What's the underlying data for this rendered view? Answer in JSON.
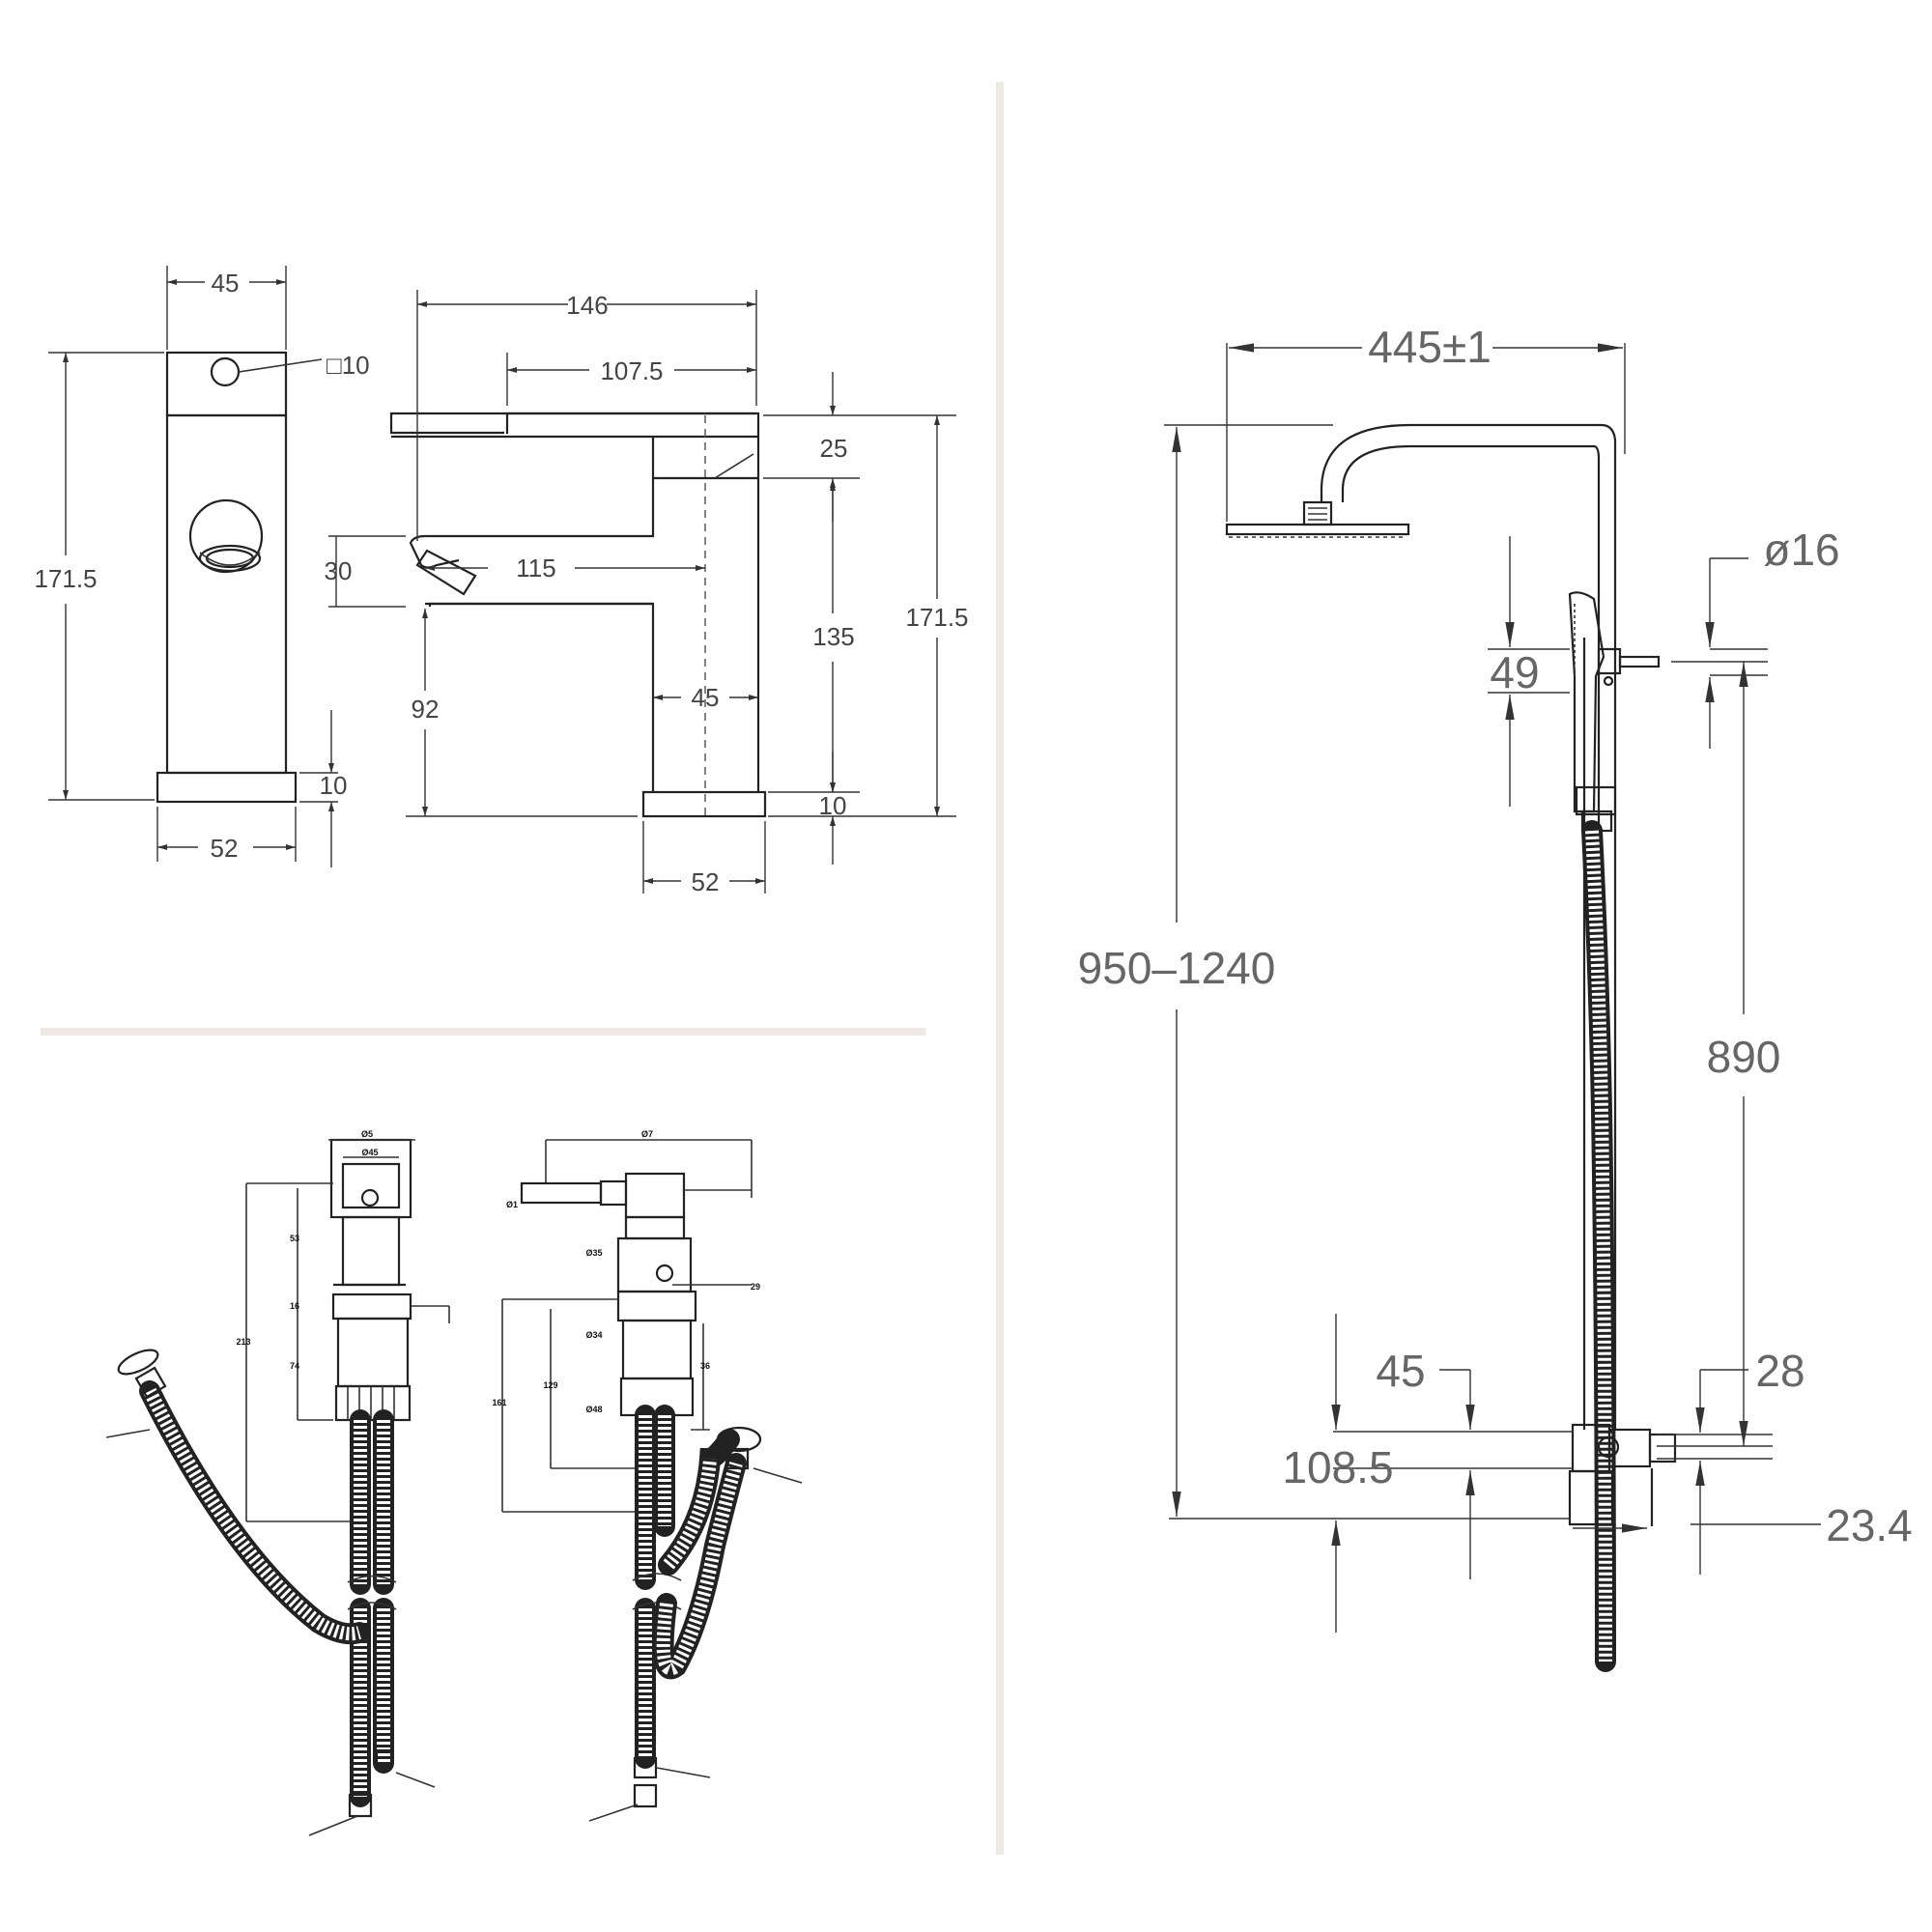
{
  "faucet_front": {
    "width_top": "45",
    "outlet_label": "□10",
    "height": "171.5",
    "base_height": "10",
    "base_width": "52"
  },
  "faucet_side": {
    "overall_length": "146",
    "handle_length": "107.5",
    "handle_height": "25",
    "spout_height": "30",
    "spout_reach": "115",
    "body_height": "135",
    "total_height": "171.5",
    "spout_clearance": "92",
    "body_width": "45",
    "base_height": "10",
    "base_width": "52"
  },
  "shower": {
    "arm_width": "445±1",
    "height_range": "950–1240",
    "bar_diameter": "ø16",
    "holder_height": "49",
    "rail_length": "890",
    "mixer_offset": "45",
    "valve_height": "28",
    "mixer_height": "108.5",
    "mixer_depth": "23.4"
  },
  "installation": {
    "left_labels": [
      "Ø5",
      "Ø45",
      "53",
      "16",
      "74",
      "213"
    ],
    "right_labels": [
      "Ø7",
      "Ø1",
      "Ø35",
      "Ø34",
      "Ø48",
      "29",
      "36",
      "129",
      "161"
    ]
  }
}
